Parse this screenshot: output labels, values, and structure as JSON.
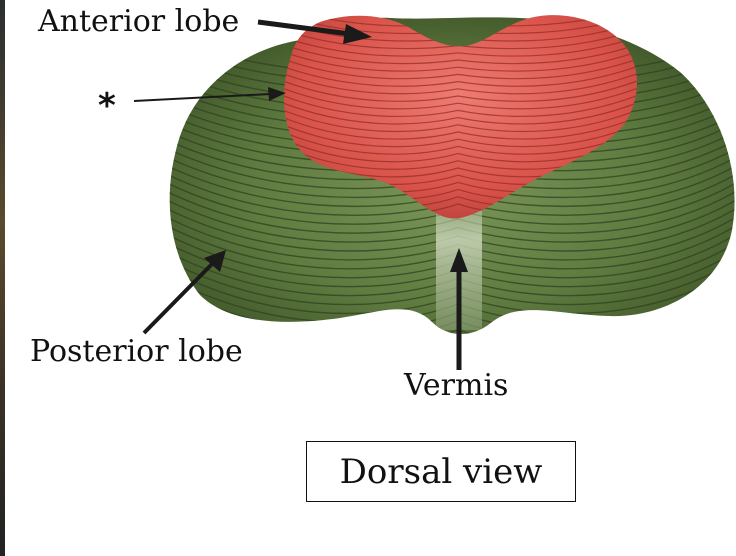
{
  "diagram": {
    "labels": {
      "anterior_lobe": "Anterior lobe",
      "asterisk": "*",
      "posterior_lobe": "Posterior lobe",
      "vermis": "Vermis"
    },
    "caption": "Dorsal view"
  },
  "colors": {
    "anterior_lobe": "#d9534a",
    "posterior_lobe": "#5d7a3e",
    "vermis_highlight": "#c9d4b8",
    "text": "#111111"
  }
}
